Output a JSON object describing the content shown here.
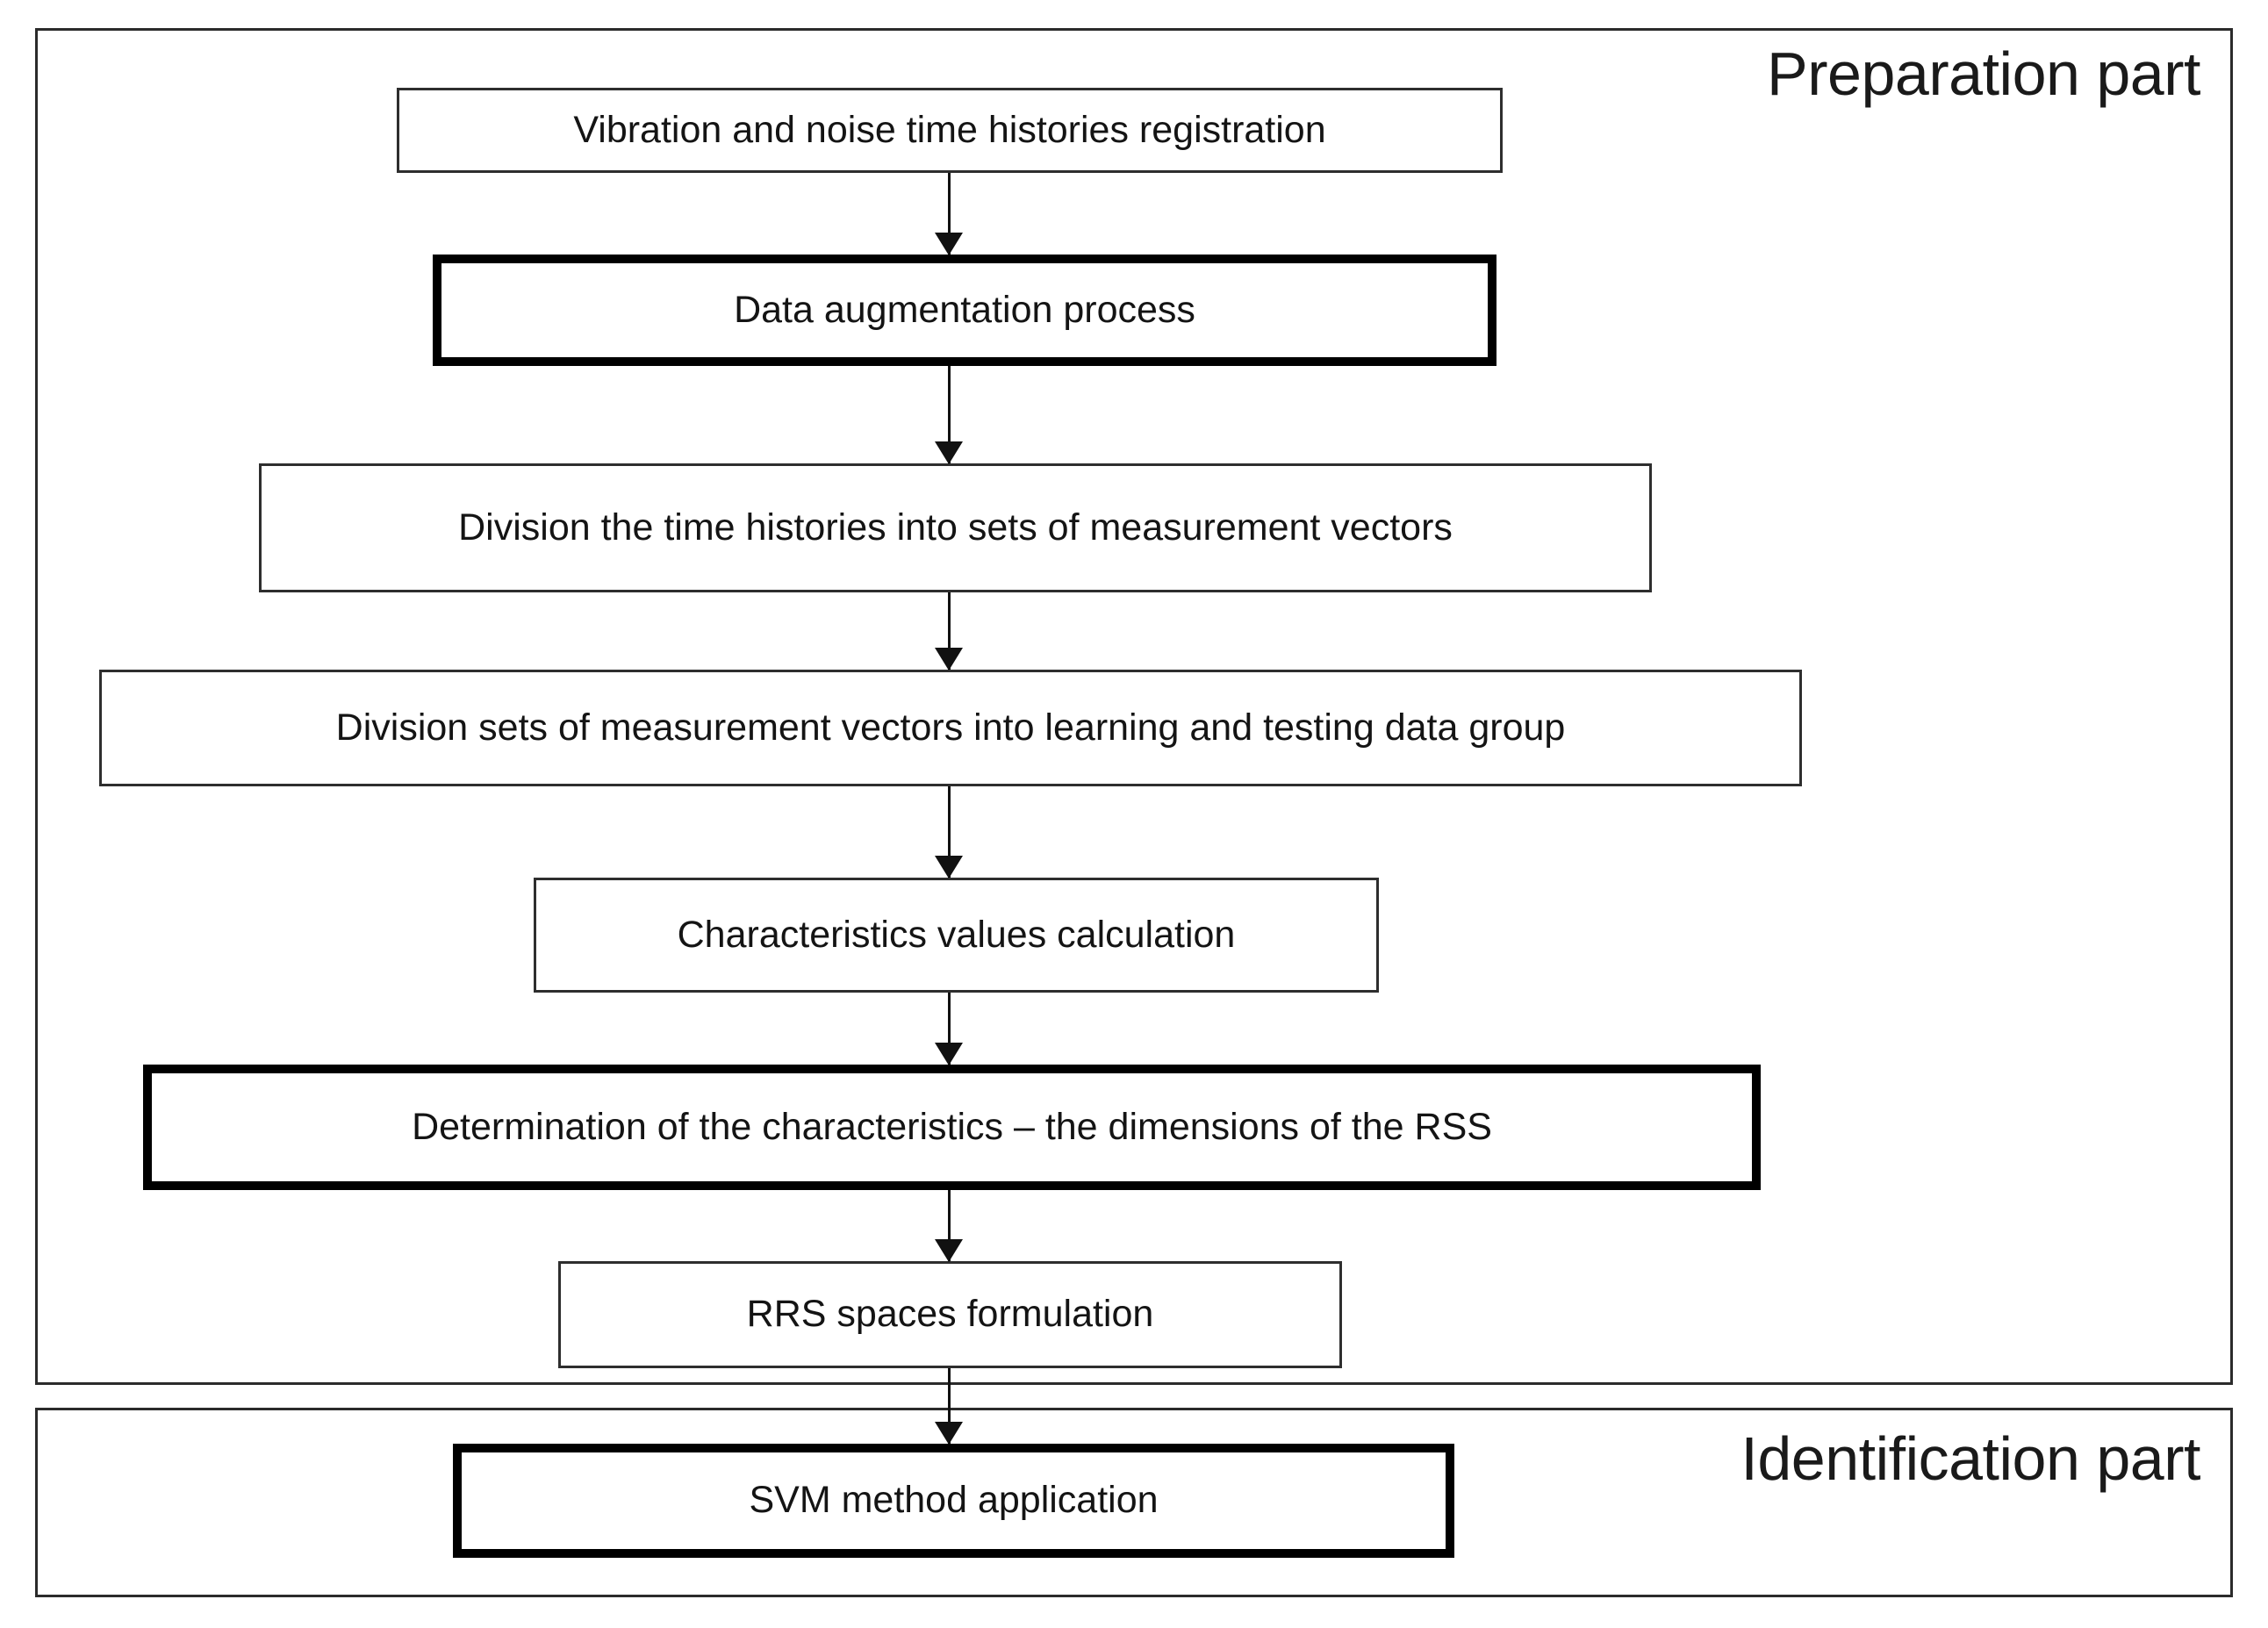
{
  "diagram": {
    "title_visible": false,
    "sections": [
      {
        "id": "preparation",
        "label": "Preparation part",
        "nodes": [
          {
            "id": "n1",
            "label": "Vibration and noise time histories registration",
            "emphasis": false
          },
          {
            "id": "n2",
            "label": "Data augmentation process",
            "emphasis": true
          },
          {
            "id": "n3",
            "label": "Division the time histories into sets of measurement  vectors",
            "emphasis": false
          },
          {
            "id": "n4",
            "label": "Division sets of measurement  vectors into learning and testing data group",
            "emphasis": false
          },
          {
            "id": "n5",
            "label": "Characteristics values calculation",
            "emphasis": false
          },
          {
            "id": "n6",
            "label": "Determination of the characteristics – the dimensions of the RSS",
            "emphasis": true
          },
          {
            "id": "n7",
            "label": "RRS spaces formulation",
            "emphasis": false
          }
        ]
      },
      {
        "id": "identification",
        "label": "Identification part",
        "nodes": [
          {
            "id": "n8",
            "label": "SVM method application",
            "emphasis": true
          }
        ]
      }
    ],
    "flow": [
      {
        "from": "n1",
        "to": "n2"
      },
      {
        "from": "n2",
        "to": "n3"
      },
      {
        "from": "n3",
        "to": "n4"
      },
      {
        "from": "n4",
        "to": "n5"
      },
      {
        "from": "n5",
        "to": "n6"
      },
      {
        "from": "n6",
        "to": "n7"
      },
      {
        "from": "n7",
        "to": "n8"
      }
    ],
    "colors": {
      "background": "#ffffff",
      "box_border": "#2e2e2e",
      "box_border_emphasis": "#000000",
      "panel_border": "#2b2b2b",
      "text": "#141414",
      "connector": "#111111"
    }
  }
}
